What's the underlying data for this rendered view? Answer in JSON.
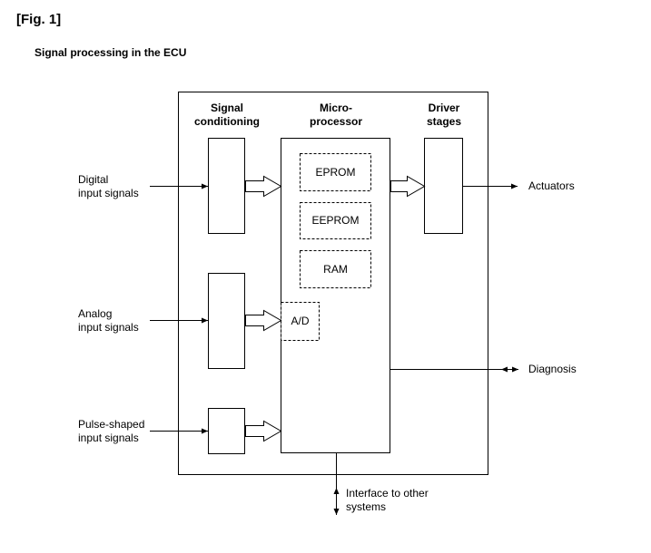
{
  "figure_label": "[Fig. 1]",
  "subtitle": "Signal processing in the ECU",
  "columns": {
    "signal_conditioning": [
      "Signal",
      "conditioning"
    ],
    "microprocessor": [
      "Micro-",
      "processor"
    ],
    "driver_stages": [
      "Driver",
      "stages"
    ]
  },
  "memory_blocks": {
    "eprom": "EPROM",
    "eeprom": "EEPROM",
    "ram": "RAM",
    "ad": "A/D"
  },
  "inputs": {
    "digital": [
      "Digital",
      "input signals"
    ],
    "analog": [
      "Analog",
      "input signals"
    ],
    "pulse": [
      "Pulse-shaped",
      "input signals"
    ]
  },
  "outputs": {
    "actuators": "Actuators",
    "diagnosis": "Diagnosis",
    "interface": [
      "Interface to other",
      "systems"
    ]
  }
}
